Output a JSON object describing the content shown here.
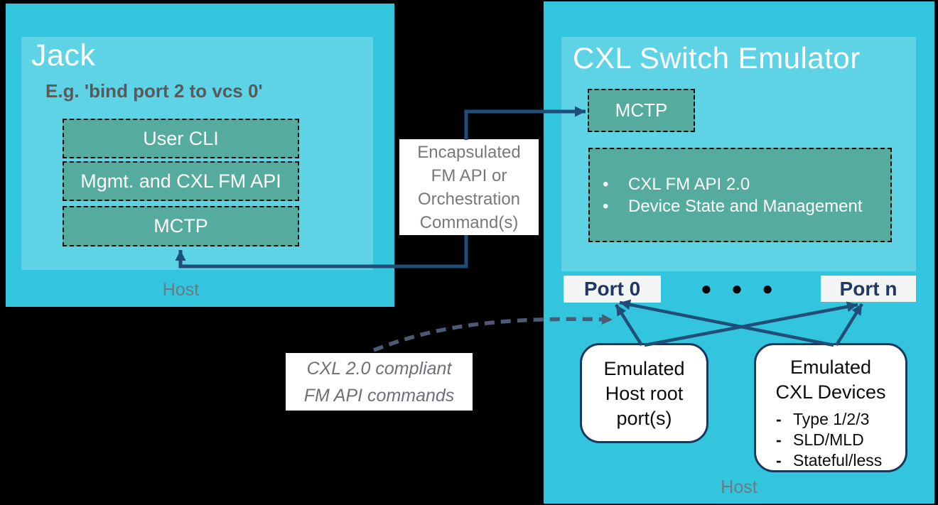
{
  "colors": {
    "background": "#000000",
    "panel_cyan": "#34c5de",
    "panel_cyan_light": "#5fd3e6",
    "module_teal": "#55ac9e",
    "arrow_navy": "#1f4e79",
    "arrow_slate": "#4d5a73",
    "port_text_navy": "#1f3864",
    "example_text_gray": "#595959",
    "note_text_gray": "#76787d",
    "host_label_gray": "#6a7b84"
  },
  "left_panel": {
    "title": "Jack",
    "example_text": "E.g. 'bind port 2 to vcs 0'",
    "stack": [
      {
        "label": "User CLI"
      },
      {
        "label": "Mgmt. and CXL FM API"
      },
      {
        "label": "MCTP"
      }
    ],
    "host_label": "Host"
  },
  "connector_notes": {
    "encapsulated": {
      "lines": [
        "Encapsulated",
        "FM API or",
        "Orchestration",
        "Command(s)"
      ]
    },
    "compliant": {
      "lines": [
        "CXL 2.0 compliant",
        "FM API commands"
      ]
    }
  },
  "right_panel": {
    "title": "CXL Switch Emulator",
    "mctp_label": "MCTP",
    "fm_api_box": {
      "bullet_char": "•",
      "bullets": [
        "CXL FM API 2.0",
        "Device State and Management"
      ]
    },
    "port_0_label": "Port 0",
    "port_n_label": "Port n",
    "dots": [
      "●",
      "●",
      "●"
    ],
    "host_root_box": {
      "lines": [
        "Emulated",
        "Host root",
        "port(s)"
      ]
    },
    "cxl_devices_box": {
      "title_lines": [
        "Emulated",
        "CXL Devices"
      ],
      "item_prefix": "-",
      "items": [
        "Type 1/2/3",
        "SLD/MLD",
        "Stateful/less"
      ]
    },
    "host_label": "Host"
  }
}
